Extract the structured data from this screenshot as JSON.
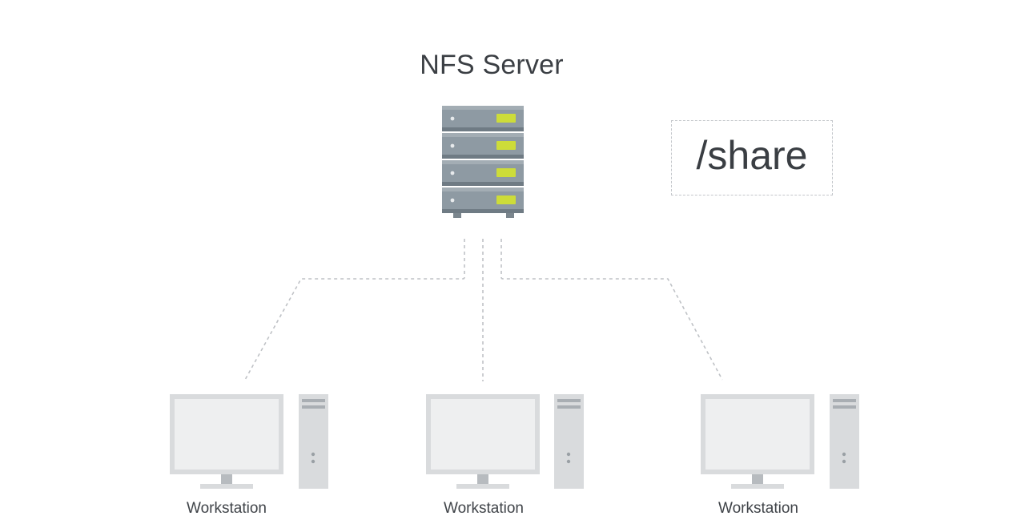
{
  "server": {
    "title": "NFS Server"
  },
  "share": {
    "label": "/share"
  },
  "workstations": [
    {
      "label": "Workstation"
    },
    {
      "label": "Workstation"
    },
    {
      "label": "Workstation"
    }
  ],
  "colors": {
    "server_body": "#8e9aa3",
    "server_edge": "#6f7b84",
    "led": "#cddc39",
    "monitor": "#d9dbdd",
    "screen": "#eeeff0",
    "dashed_line": "#bfc2c6",
    "text": "#3b3f44"
  }
}
